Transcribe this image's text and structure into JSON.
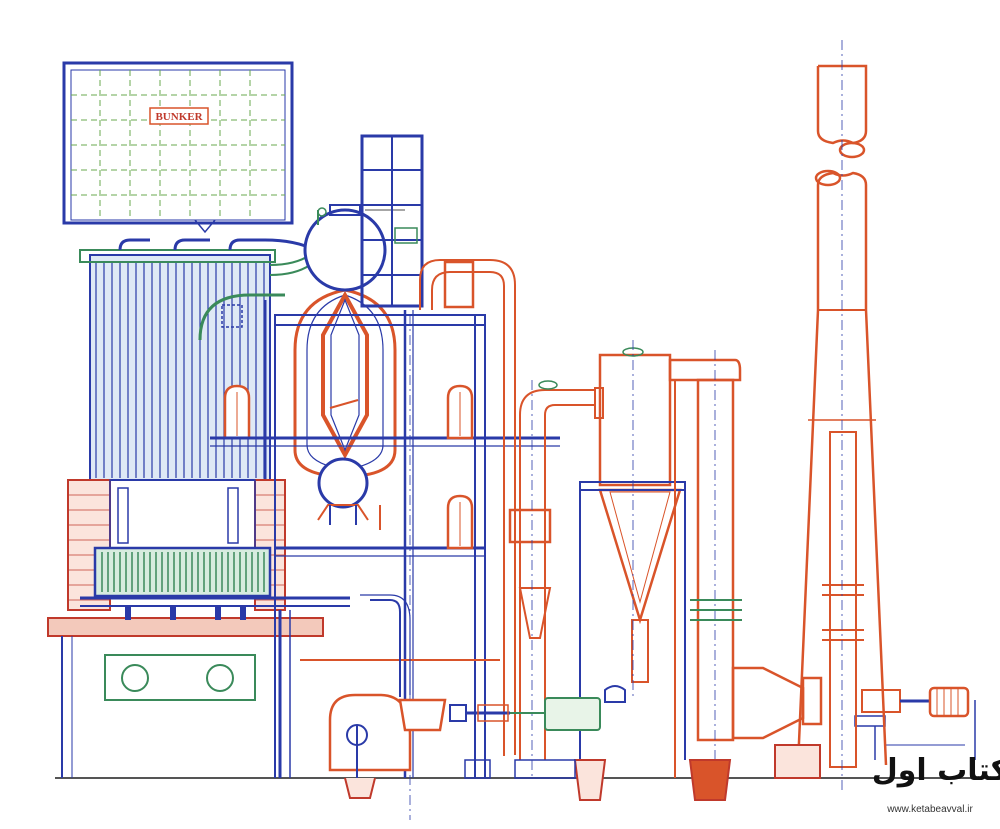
{
  "labels": {
    "bunker": "BUNKER"
  },
  "watermark": {
    "logo_text": "کتاب اول",
    "url": "www.ketabeavval.ir"
  },
  "colors": {
    "structure_blue": "#2a3aa8",
    "flue_orange": "#d9542a",
    "steel_green": "#3a8a5a",
    "brick_red": "#c0392b",
    "ground": "#555555",
    "grid_green": "#6aa84f"
  },
  "components": [
    "bunker",
    "boiler-furnace",
    "steam-drum",
    "mud-drum",
    "grate",
    "economizer",
    "air-preheater",
    "cyclone-separator",
    "dust-collector",
    "induced-draft-fan",
    "forced-draft-fan",
    "chimney"
  ]
}
